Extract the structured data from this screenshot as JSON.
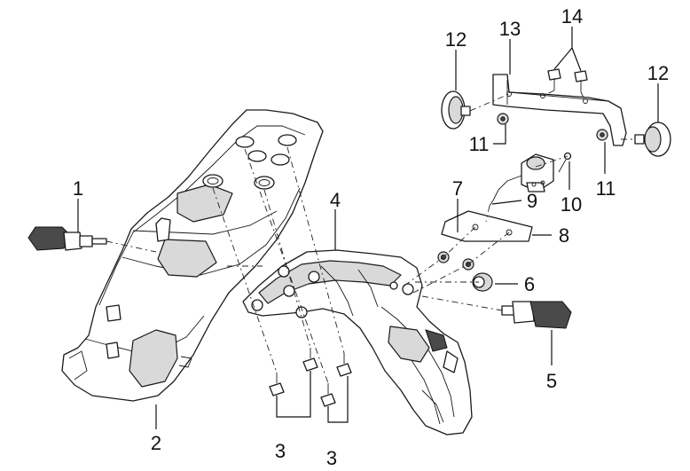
{
  "callouts": {
    "c1": "1",
    "c2": "2",
    "c3a": "3",
    "c3b": "3",
    "c4": "4",
    "c5": "5",
    "c6": "6",
    "c7": "7",
    "c8": "8",
    "c9": "9",
    "c10": "10",
    "c11a": "11",
    "c11b": "11",
    "c12a": "12",
    "c12b": "12",
    "c13": "13",
    "c14": "14"
  }
}
